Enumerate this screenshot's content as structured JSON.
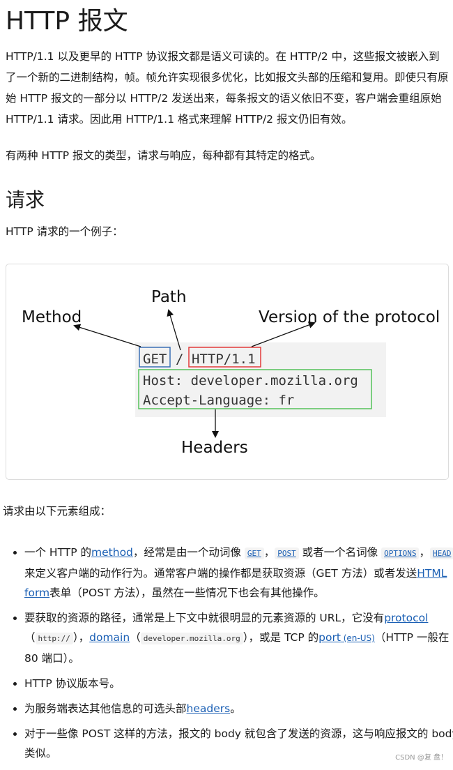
{
  "title": "HTTP 报文",
  "intro": "HTTP/1.1 以及更早的 HTTP 协议报文都是语义可读的。在 HTTP/2 中，这些报文被嵌入到了一个新的二进制结构，帧。帧允许实现很多优化，比如报文头部的压缩和复用。即使只有原始 HTTP 报文的一部分以 HTTP/2 发送出来，每条报文的语义依旧不变，客户端会重组原始 HTTP/1.1 请求。因此用 HTTP/1.1 格式来理解 HTTP/2 报文仍旧有效。",
  "types_text": "有两种 HTTP 报文的类型，请求与响应，每种都有其特定的格式。",
  "request_heading": "请求",
  "example_text": "HTTP 请求的一个例子：",
  "diagram": {
    "label_method": "Method",
    "label_path": "Path",
    "label_version": "Version of the protocol",
    "label_headers": "Headers",
    "code_method": "GET",
    "code_slash": "/",
    "code_version": "HTTP/1.1",
    "code_host": "Host: developer.mozilla.org",
    "code_lang": "Accept-Language: fr",
    "colors": {
      "method_box": "#3a6fb5",
      "version_box": "#e23b3b",
      "headers_box": "#55c25a",
      "code_bg": "#f2f2f2"
    }
  },
  "composed_text": "请求由以下元素组成：",
  "items": {
    "i1": {
      "a": "一个 HTTP 的",
      "link_method": "method",
      "b": "，经常是由一个动词像 ",
      "code_get": "GET",
      "c": "，",
      "code_post": "POST",
      "d": " 或者一个名词像 ",
      "code_options": "OPTIONS",
      "e": "，",
      "code_head": "HEAD",
      "f": " 来定义客户端的动作行为。通常客户端的操作都是获取资源（GET 方法）或者发送",
      "link_form": "HTML form",
      "g": "表单（POST 方法），虽然在一些情况下也会有其他操作。"
    },
    "i2": {
      "a": "要获取的资源的路径，通常是上下文中就很明显的元素资源的 URL，它没有",
      "link_protocol": "protocol",
      "b": "（",
      "code_http": "http://",
      "c": "），",
      "link_domain": "domain",
      "d": "（",
      "code_domain": "developer.mozilla.org",
      "e": "），或是 TCP 的",
      "link_port": "port",
      "link_enus": " (en-US)",
      "f": "（HTTP 一般在 80 端口）。"
    },
    "i3": "HTTP 协议版本号。",
    "i4": {
      "a": "为服务端表达其他信息的可选头部",
      "link_headers": "headers",
      "b": "。"
    },
    "i5": "对于一些像 POST 这样的方法，报文的 body 就包含了发送的资源，这与响应报文的 body 类似。"
  },
  "watermark": "CSDN @复 盘！"
}
